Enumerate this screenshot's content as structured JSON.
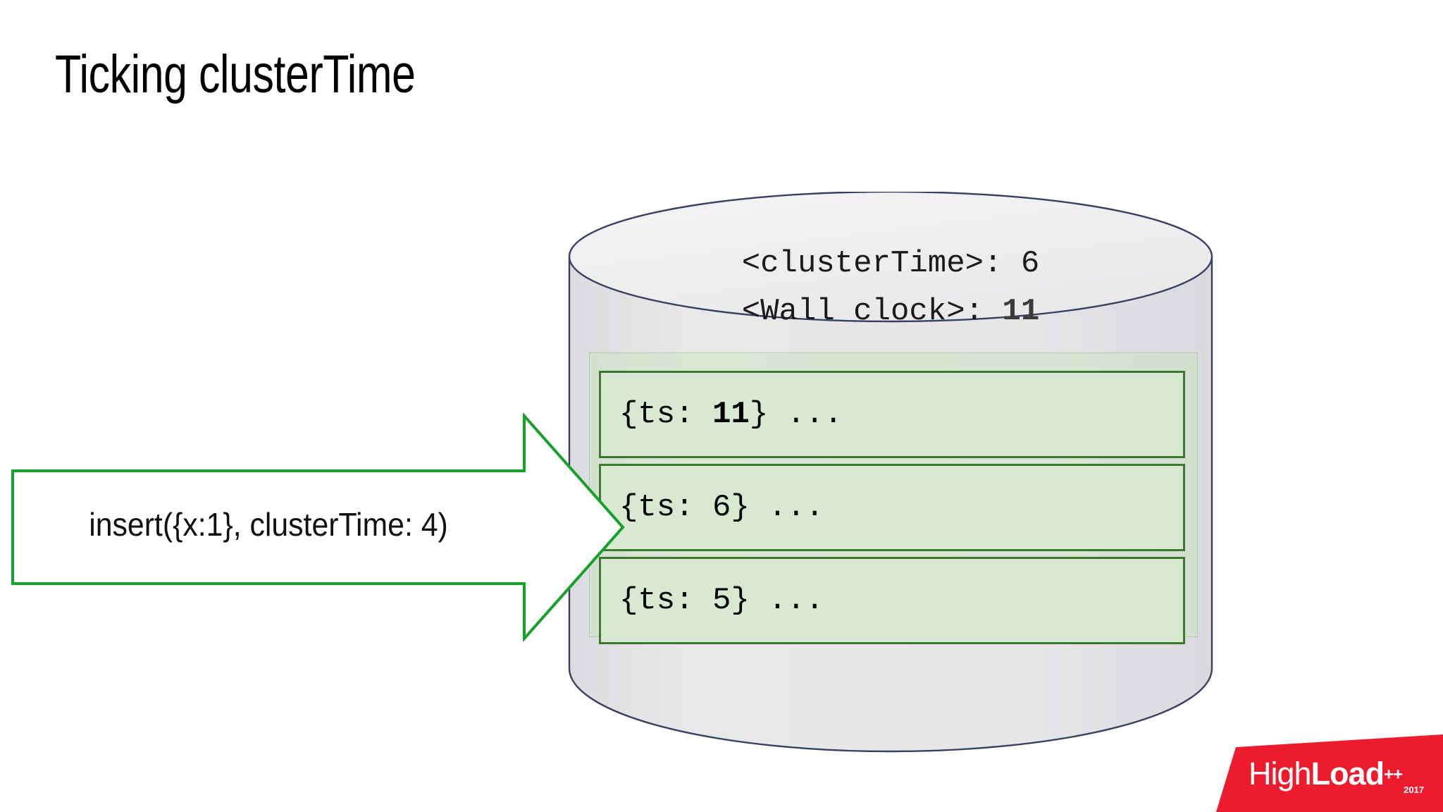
{
  "slide": {
    "title": "Ticking clusterTime"
  },
  "cylinder": {
    "header": {
      "cluster_time_label": "<clusterTime>: ",
      "cluster_time_value": "6",
      "wall_clock_label": "<Wall clock>: ",
      "wall_clock_value": "11"
    },
    "documents": [
      {
        "prefix": "{ts: ",
        "value": "11",
        "suffix": "} ...",
        "bold_value": true
      },
      {
        "prefix": "{ts: ",
        "value": "6",
        "suffix": "} ...",
        "bold_value": false
      },
      {
        "prefix": "{ts: ",
        "value": "5",
        "suffix": "} ...",
        "bold_value": false
      }
    ]
  },
  "arrow": {
    "label": "insert({x:1}, clusterTime: 4)"
  },
  "logo": {
    "part_light": "High",
    "part_bold": "Load",
    "plus": "++",
    "year": "2017"
  },
  "colors": {
    "arrow_outline": "#16a02c",
    "doc_border": "#3b7a2e",
    "doc_fill": "#d9e9d1",
    "panel_fill": "#c6e4b8",
    "cylinder_fill": "#e4e4e7",
    "cylinder_top_fill": "#f0f0f2",
    "cylinder_stroke": "#39415e",
    "logo_red": "#ed1b2e",
    "title_color": "#000000"
  }
}
